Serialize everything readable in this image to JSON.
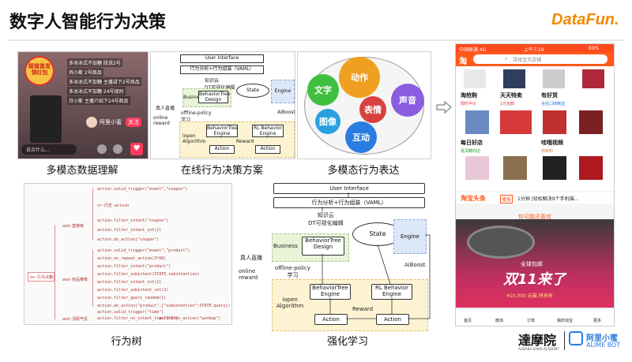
{
  "header": {
    "title": "数字人智能行为决策",
    "brand": "DataFun."
  },
  "captions": {
    "multimodal_understanding": "多模态数据理解",
    "online_decision": "在线行为决策方案",
    "multimodal_expression": "多模态行为表达",
    "behavior_tree": "行为树",
    "reinforcement_learning": "强化学习"
  },
  "live_stream": {
    "badge": "超值首发\n领红包",
    "comments": [
      "多冰冰式不加糖 段说2号",
      "冉小斯 2号商品",
      "多冰冰式不加糖 主播讲下2号商品",
      "多冰冰式不加糖 24号现时",
      "月小斯 主播介绍下24号商品"
    ],
    "anchor_name": "阿里小蜜",
    "follow": "关注",
    "input_placeholder": "说点什么..."
  },
  "diagram": {
    "user_interface": "User Interface",
    "vaml": "行为分析+行为组装（VAML）",
    "knowledge": "知识云\nDT可视化编辑",
    "state": "State",
    "engine": "Engine",
    "business": "Business",
    "bt_design": "BehaviorTree\nDesign",
    "real_live": "真人直播",
    "online_reward": "online\nreward",
    "offline_policy": "offline-policy\n学习",
    "iopen": "iopen\nAlgorithm",
    "bt_engine": "BehaviorTree\nEngine",
    "rl_engine": "RL Behavior\nEngine",
    "action": "Action",
    "reward": "Reward",
    "aiboost": "AiBoost"
  },
  "expression": {
    "labels": [
      "动作",
      "文字",
      "表情",
      "声音",
      "图像",
      "互动"
    ],
    "colors": [
      "#f0a020",
      "#3fbf3f",
      "#d94040",
      "#8a5ce0",
      "#2aa0e0",
      "#2a7de0"
    ]
  },
  "behavior_tree": {
    "root": "ov-行为决策",
    "groups": [
      {
        "label": "and-直接喊",
        "items": [
          "action.valid_trigger(\"event\",\"coupon\")",
          "or-历史-action",
          "action.filter_intent(\"coupon\")",
          "action.filter_intent_cnt(2)",
          "action.do_action(\"coupon\")"
        ]
      },
      {
        "label": "and-商品推荐",
        "items": [
          "action.valid_trigger(\"event\",\"product\")",
          "action.no_repeat_action(3*60)",
          "action.filter_intent(\"product\")",
          "action.filter_subintent(STATE.subintention)",
          "action.filter_intent_cnt(2)",
          "action.filter_subintent_cnt(2)",
          "action.filter_query_random(1)",
          "action.do_action(\"product\",{\"subintention\":STATE.query})"
        ]
      },
      {
        "label": "and-活跃气氛",
        "items": [
          "action.valid_trigger(\"time\")",
          "action.filter_no_intent_time(3*60)",
          "action.do_action(\"warmup\")"
        ]
      }
    ]
  },
  "phone": {
    "status_carrier": "中国联通 4G",
    "status_time": "上午7:19",
    "status_battery": "69%",
    "search_placeholder": "寻找宝贝店铺",
    "cells": [
      {
        "title": "淘抢购",
        "sub": "限时半价"
      },
      {
        "title": "天天特卖",
        "sub": "1元包邮"
      },
      {
        "title": "有好货",
        "sub": "全民口碑精选"
      },
      {
        "title": "每日好店",
        "sub": "逛深藏的店"
      },
      {
        "title": "哇哦视频",
        "sub": "你有料"
      }
    ],
    "headline_label": "淘宝头条",
    "headline_tag": "播报",
    "headline_text": "1分钟 |轻松解决9个手机描...",
    "you_may_like": "你可能还喜欢",
    "promo_top": "全球包邮",
    "promo_main": "双11来了",
    "promo_price": "¥10,000 云猫,快来抢",
    "tabs": [
      "首页",
      "微淘",
      "订单",
      "我的淘宝",
      "更多"
    ]
  },
  "footer": {
    "academy": "達摩院",
    "academy_sub": "ALIBABA DAMO ACADEMY",
    "bot_cn": "阿里小蜜",
    "bot_en": "ALIME BOT"
  }
}
